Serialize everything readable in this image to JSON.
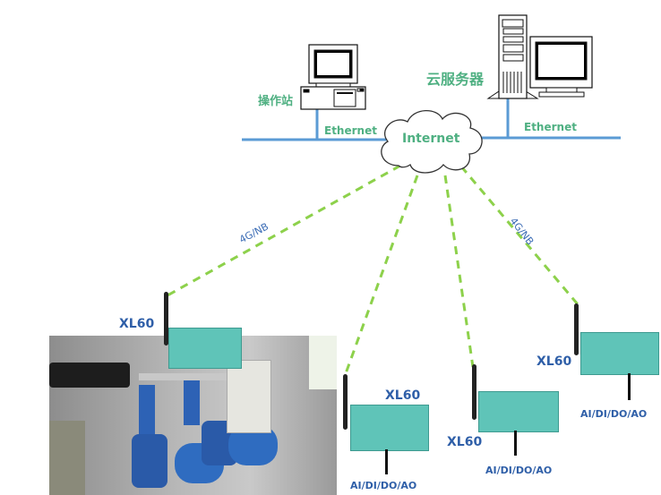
{
  "labels": {
    "operator_station": "操作站",
    "cloud_server": "云服务器",
    "ethernet_left": "Ethernet",
    "ethernet_right": "Ethernet",
    "internet": "Internet",
    "wireless_left": "4G/NB",
    "wireless_right": "4G/NB"
  },
  "devices": [
    {
      "model": "XL60",
      "io": ""
    },
    {
      "model": "XL60",
      "io": "AI/DI/DO/AO"
    },
    {
      "model": "XL60",
      "io": "AI/DI/DO/AO"
    },
    {
      "model": "XL60",
      "io": "AI/DI/DO/AO"
    }
  ],
  "colors": {
    "ethernet_line": "#5b9bd5",
    "wireless_link": "#8dd14b",
    "label_green": "#4fb082",
    "label_blue": "#2f5fa8",
    "device_teal": "#5fc4b8"
  }
}
